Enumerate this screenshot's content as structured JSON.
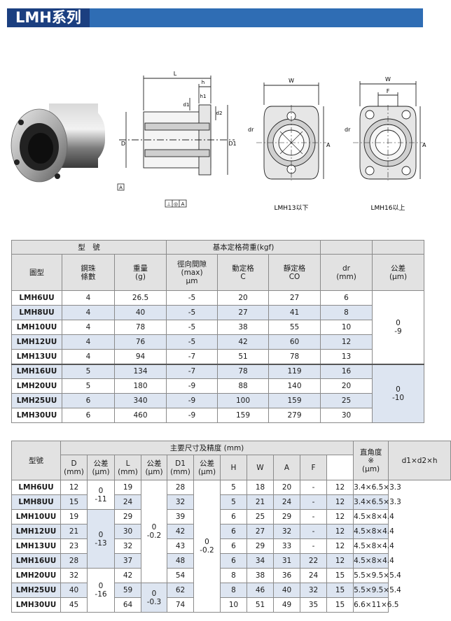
{
  "title": "LMH系列",
  "drawing": {
    "label_L": "L",
    "label_h": "h",
    "label_h1": "h1",
    "label_d1": "d1",
    "label_d2": "d2",
    "label_D": "D",
    "label_D1": "D1",
    "label_A": "A",
    "datum_flat": "⊥",
    "datum_conc": "◎",
    "datum_A": "A",
    "label_W": "W",
    "label_F": "F",
    "label_dr": "dr",
    "caption_left": "LMH13以下",
    "caption_right": "LMH16以上"
  },
  "table1": {
    "group_model": "型　號",
    "group_load": "基本定格荷重(kgf)",
    "headers": {
      "model": "圖型",
      "balls": "鋼珠\n條數",
      "weight": "重量\n(g)",
      "clearance": "徑向間隙\n(max)\nμm",
      "dynamic": "動定格\nC",
      "static": "靜定格\nCO",
      "dr": "dr\n(mm)",
      "tol": "公差\n(μm)"
    },
    "rows": [
      {
        "model": "LMH6UU",
        "balls": "4",
        "weight": "26.5",
        "clearance": "-5",
        "dynamic": "20",
        "static": "27",
        "dr": "6"
      },
      {
        "model": "LMH8UU",
        "balls": "4",
        "weight": "40",
        "clearance": "-5",
        "dynamic": "27",
        "static": "41",
        "dr": "8"
      },
      {
        "model": "LMH10UU",
        "balls": "4",
        "weight": "78",
        "clearance": "-5",
        "dynamic": "38",
        "static": "55",
        "dr": "10"
      },
      {
        "model": "LMH12UU",
        "balls": "4",
        "weight": "76",
        "clearance": "-5",
        "dynamic": "42",
        "static": "60",
        "dr": "12"
      },
      {
        "model": "LMH13UU",
        "balls": "4",
        "weight": "94",
        "clearance": "-7",
        "dynamic": "51",
        "static": "78",
        "dr": "13"
      },
      {
        "model": "LMH16UU",
        "balls": "5",
        "weight": "134",
        "clearance": "-7",
        "dynamic": "78",
        "static": "119",
        "dr": "16"
      },
      {
        "model": "LMH20UU",
        "balls": "5",
        "weight": "180",
        "clearance": "-9",
        "dynamic": "88",
        "static": "140",
        "dr": "20"
      },
      {
        "model": "LMH25UU",
        "balls": "6",
        "weight": "340",
        "clearance": "-9",
        "dynamic": "100",
        "static": "159",
        "dr": "25"
      },
      {
        "model": "LMH30UU",
        "balls": "6",
        "weight": "460",
        "clearance": "-9",
        "dynamic": "159",
        "static": "279",
        "dr": "30"
      }
    ],
    "tol_a": "0\n-9",
    "tol_b": "0\n-10"
  },
  "table2": {
    "h_model": "型號",
    "group_dims": "主要尺寸及精度 (mm)",
    "h_perp": "直角度\n※\n(μm)",
    "h_screw": "d1×d2×h",
    "sub": {
      "D": "D\n(mm)",
      "tolD": "公差\n(μm)",
      "L": "L\n(mm)",
      "tolL": "公差\n(μm)",
      "D1": "D1\n(mm)",
      "tolD1": "公差\n(μm)",
      "H": "H",
      "W": "W",
      "A": "A",
      "F": "F"
    },
    "rows": [
      {
        "model": "LMH6UU",
        "D": "12",
        "L": "19",
        "D1": "28",
        "H": "5",
        "W": "18",
        "A": "20",
        "F": "-",
        "perp": "12",
        "screw": "3.4×6.5×3.3"
      },
      {
        "model": "LMH8UU",
        "D": "15",
        "L": "24",
        "D1": "32",
        "H": "5",
        "W": "21",
        "A": "24",
        "F": "-",
        "perp": "12",
        "screw": "3.4×6.5×3.3"
      },
      {
        "model": "LMH10UU",
        "D": "19",
        "L": "29",
        "D1": "39",
        "H": "6",
        "W": "25",
        "A": "29",
        "F": "-",
        "perp": "12",
        "screw": "4.5×8×4.4"
      },
      {
        "model": "LMH12UU",
        "D": "21",
        "L": "30",
        "D1": "42",
        "H": "6",
        "W": "27",
        "A": "32",
        "F": "-",
        "perp": "12",
        "screw": "4.5×8×4.4"
      },
      {
        "model": "LMH13UU",
        "D": "23",
        "L": "32",
        "D1": "43",
        "H": "6",
        "W": "29",
        "A": "33",
        "F": "-",
        "perp": "12",
        "screw": "4.5×8×4.4"
      },
      {
        "model": "LMH16UU",
        "D": "28",
        "L": "37",
        "D1": "48",
        "H": "6",
        "W": "34",
        "A": "31",
        "F": "22",
        "perp": "12",
        "screw": "4.5×8×4.4"
      },
      {
        "model": "LMH20UU",
        "D": "32",
        "L": "42",
        "D1": "54",
        "H": "8",
        "W": "38",
        "A": "36",
        "F": "24",
        "perp": "15",
        "screw": "5.5×9.5×5.4"
      },
      {
        "model": "LMH25UU",
        "D": "40",
        "L": "59",
        "D1": "62",
        "H": "8",
        "W": "46",
        "A": "40",
        "F": "32",
        "perp": "15",
        "screw": "5.5×9.5×5.4"
      },
      {
        "model": "LMH30UU",
        "D": "45",
        "L": "64",
        "D1": "74",
        "H": "10",
        "W": "51",
        "A": "49",
        "F": "35",
        "perp": "15",
        "screw": "6.6×11×6.5"
      }
    ],
    "tolD_a": "0\n-11",
    "tolD_b": "0\n-13",
    "tolD_c": "0\n-16",
    "tolL_a": "0\n-0.2",
    "tolL_b": "0\n-0.3",
    "tolD1": "0\n-0.2"
  },
  "colors": {
    "title_bg": "#1b3f80",
    "title_bar": "#2f6db4",
    "row_alt": "#dde5f1",
    "header_bg": "#e2e2e2"
  }
}
